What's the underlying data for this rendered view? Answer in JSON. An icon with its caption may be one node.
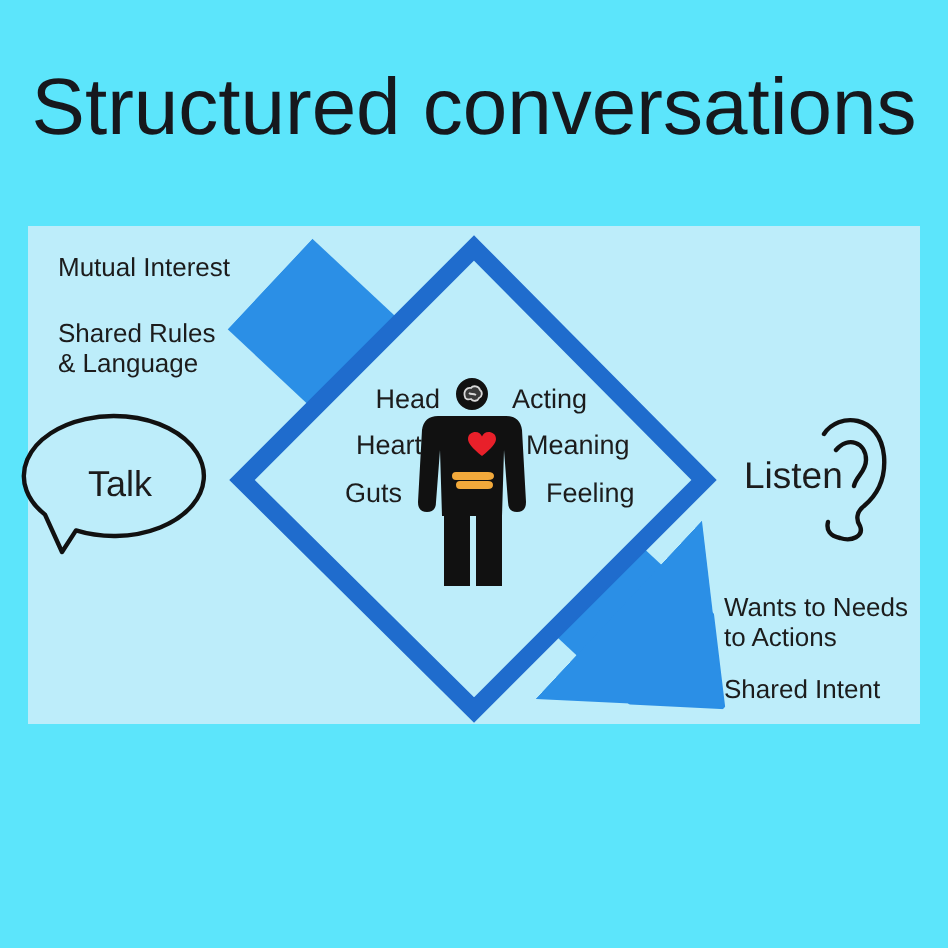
{
  "diagram": {
    "title": "Structured conversations",
    "nodes": [
      {
        "text": [
          "Mutual Interest",
          "Shared Rules & Language"
        ]
      },
      {
        "text": [
          "Talk"
        ]
      },
      {
        "text": [
          "Head",
          "Acting",
          "Heart",
          "Meaning",
          "Guts",
          "Feeling"
        ]
      },
      {
        "text": [
          "Wants to Needs to Actions",
          "Shared Intent"
        ]
      }
    ],
    "edges": [
      {
        "from": 0,
        "to": 2,
        "arrow": "none"
      },
      {
        "from": 2,
        "to": 3,
        "arrow": "to"
      }
    ],
    "labels": [
      "Listen"
    ]
  }
}
